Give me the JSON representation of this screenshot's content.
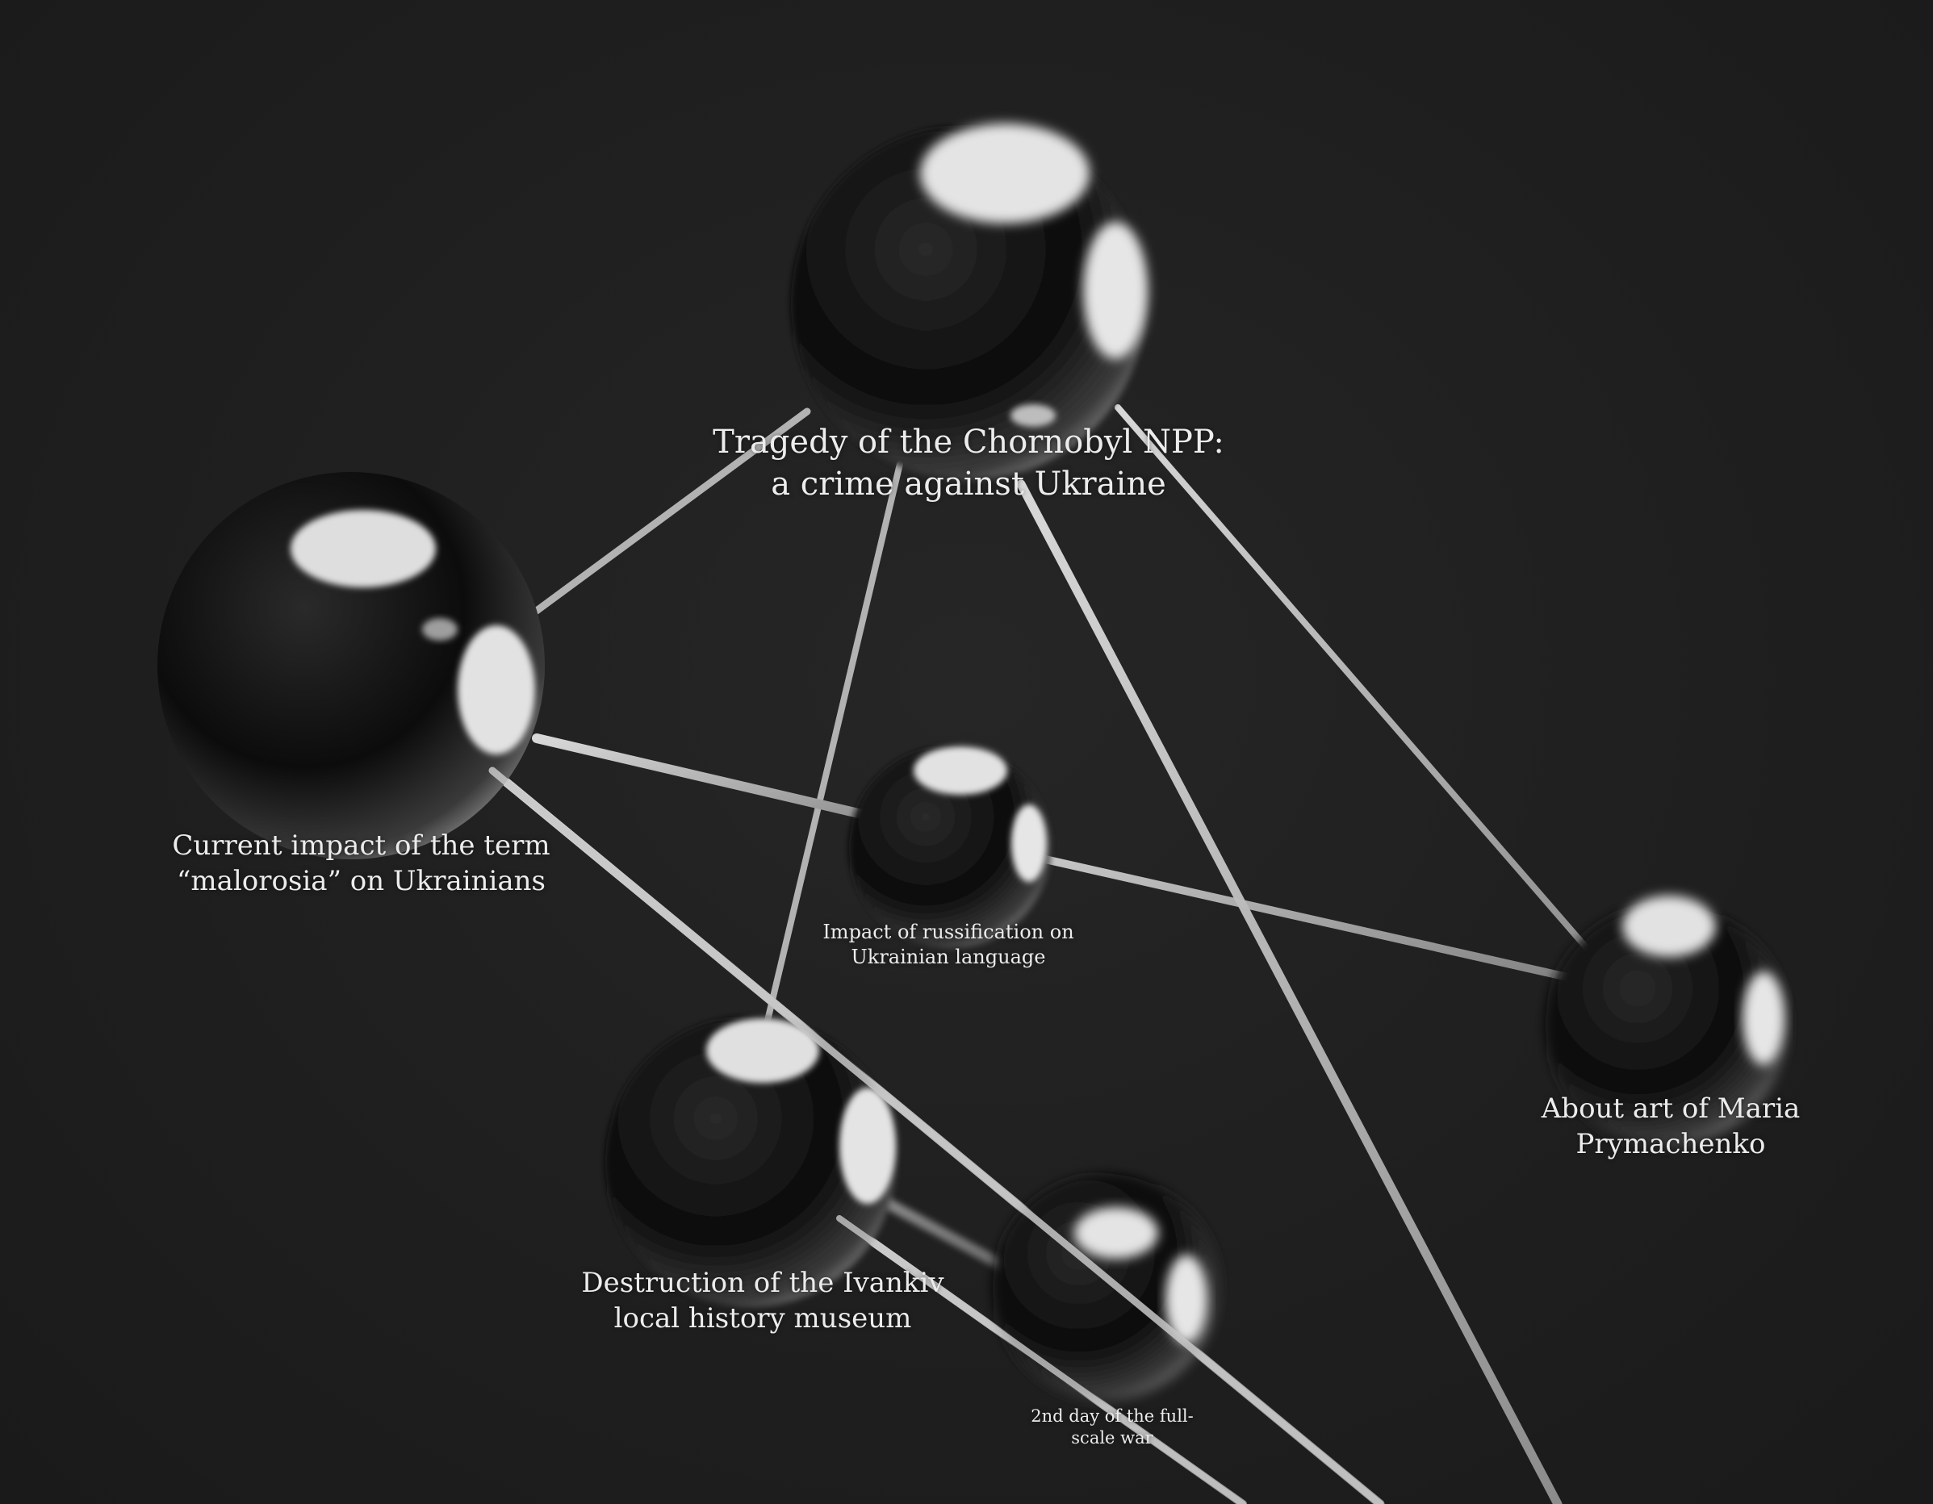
{
  "nodes": [
    {
      "id": "chornobyl",
      "lines": [
        "Tragedy of the Chornobyl NPP:",
        "a crime against Ukraine"
      ]
    },
    {
      "id": "malorosia",
      "lines": [
        "Current impact of the term",
        "“malorosia” on Ukrainians"
      ]
    },
    {
      "id": "russification",
      "lines": [
        "Impact of russification on",
        "Ukrainian language"
      ]
    },
    {
      "id": "prymachenko",
      "lines": [
        "About art of Maria",
        "Prymachenko"
      ]
    },
    {
      "id": "ivankiv",
      "lines": [
        "Destruction of the Ivankiv",
        "local history museum"
      ]
    },
    {
      "id": "second-day",
      "lines": [
        "2nd day of the full-",
        "scale war"
      ]
    }
  ],
  "colors": {
    "background": "#1e1e1e",
    "text": "#ececec",
    "rod": "#b9b9b9",
    "sphere_dark": "#0b0b0b",
    "sphere_highlight": "#e6e6e6"
  }
}
